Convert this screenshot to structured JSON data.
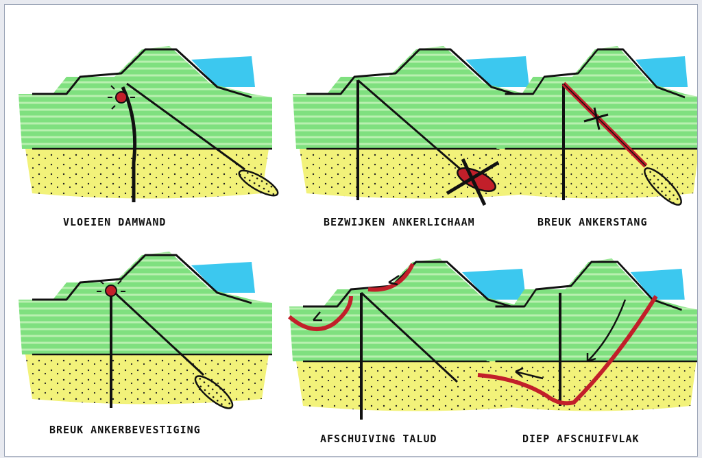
{
  "panels": [
    {
      "id": "vloeien-damwand",
      "label": "VLOEIEN DAMWAND"
    },
    {
      "id": "bezwijken-ankerlichaam",
      "label": "BEZWIJKEN ANKERLICHAAM"
    },
    {
      "id": "breuk-ankerstang",
      "label": "BREUK ANKERSTANG"
    },
    {
      "id": "breuk-ankerbevestiging",
      "label": "BREUK ANKERBEVESTIGING"
    },
    {
      "id": "afschuiving-talud",
      "label": "AFSCHUIVING TALUD"
    },
    {
      "id": "diep-afschuifvlak",
      "label": "DIEP AFSCHUIFVLAK"
    }
  ],
  "colors": {
    "dike_green": "#7fe07f",
    "dike_green_light": "#b9f0b0",
    "sand_yellow": "#f2f27a",
    "water_blue": "#3cc8ef",
    "failure_red": "#c21f2a",
    "ink": "#111111"
  }
}
